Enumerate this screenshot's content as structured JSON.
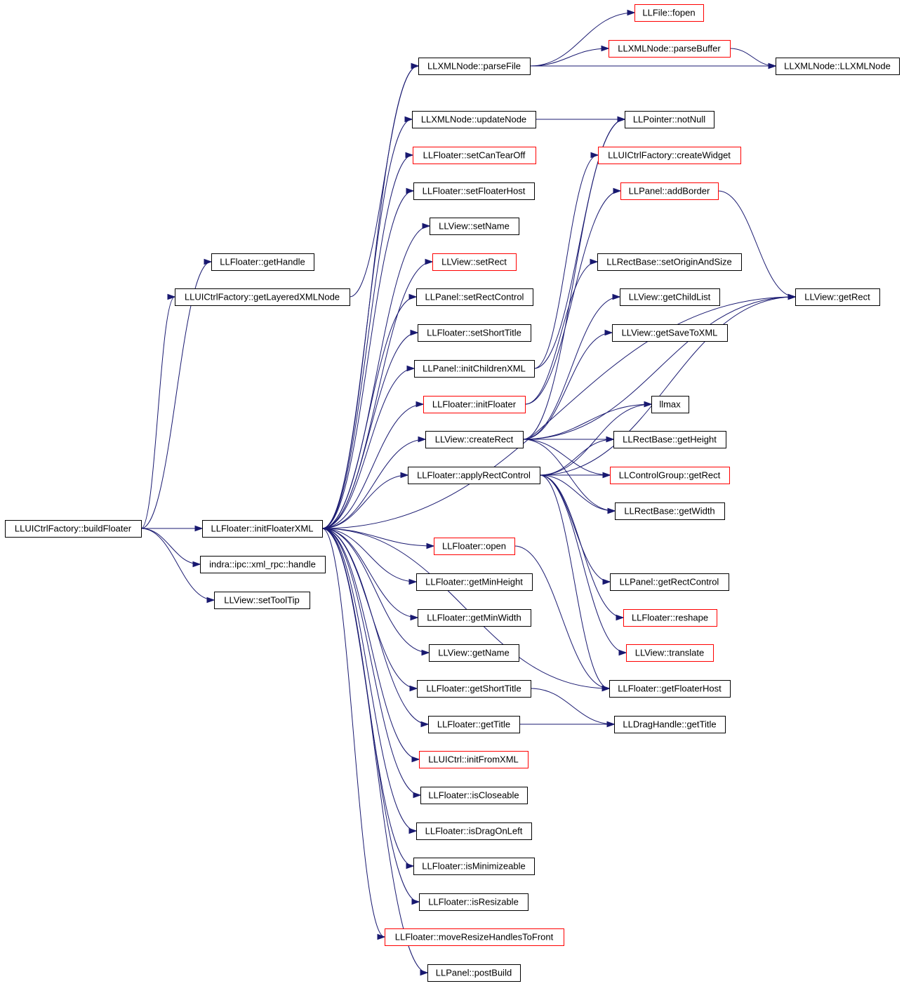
{
  "colors": {
    "edge": "#191970",
    "node_border": "#000000",
    "node_border_truncated": "#ff0000",
    "root_fill": "#bfbfbf"
  },
  "nodes": [
    {
      "id": "buildFloater",
      "label": "LLUICtrlFactory::buildFloater",
      "style": "root"
    },
    {
      "id": "getHandle",
      "label": "LLFloater::getHandle",
      "style": "normal"
    },
    {
      "id": "getLayeredXMLNode",
      "label": "LLUICtrlFactory::getLayeredXMLNode",
      "style": "normal"
    },
    {
      "id": "initFloaterXML",
      "label": "LLFloater::initFloaterXML",
      "style": "normal"
    },
    {
      "id": "xmlrpcHandle",
      "label": "indra::ipc::xml_rpc::handle",
      "style": "normal"
    },
    {
      "id": "setToolTip",
      "label": "LLView::setToolTip",
      "style": "normal"
    },
    {
      "id": "parseFile",
      "label": "LLXMLNode::parseFile",
      "style": "normal"
    },
    {
      "id": "updateNode",
      "label": "LLXMLNode::updateNode",
      "style": "normal"
    },
    {
      "id": "setCanTearOff",
      "label": "LLFloater::setCanTearOff",
      "style": "truncated"
    },
    {
      "id": "setFloaterHost",
      "label": "LLFloater::setFloaterHost",
      "style": "normal"
    },
    {
      "id": "setName",
      "label": "LLView::setName",
      "style": "normal"
    },
    {
      "id": "setRect",
      "label": "LLView::setRect",
      "style": "truncated"
    },
    {
      "id": "setRectControl",
      "label": "LLPanel::setRectControl",
      "style": "normal"
    },
    {
      "id": "setShortTitle",
      "label": "LLFloater::setShortTitle",
      "style": "normal"
    },
    {
      "id": "initChildrenXML",
      "label": "LLPanel::initChildrenXML",
      "style": "normal"
    },
    {
      "id": "initFloater",
      "label": "LLFloater::initFloater",
      "style": "truncated"
    },
    {
      "id": "createRect",
      "label": "LLView::createRect",
      "style": "normal"
    },
    {
      "id": "applyRectControl",
      "label": "LLFloater::applyRectControl",
      "style": "normal"
    },
    {
      "id": "open",
      "label": "LLFloater::open",
      "style": "truncated"
    },
    {
      "id": "getMinHeight",
      "label": "LLFloater::getMinHeight",
      "style": "normal"
    },
    {
      "id": "getMinWidth",
      "label": "LLFloater::getMinWidth",
      "style": "normal"
    },
    {
      "id": "getName",
      "label": "LLView::getName",
      "style": "normal"
    },
    {
      "id": "getShortTitle",
      "label": "LLFloater::getShortTitle",
      "style": "normal"
    },
    {
      "id": "getTitle",
      "label": "LLFloater::getTitle",
      "style": "normal"
    },
    {
      "id": "initFromXML",
      "label": "LLUICtrl::initFromXML",
      "style": "truncated"
    },
    {
      "id": "isCloseable",
      "label": "LLFloater::isCloseable",
      "style": "normal"
    },
    {
      "id": "isDragOnLeft",
      "label": "LLFloater::isDragOnLeft",
      "style": "normal"
    },
    {
      "id": "isMinimizeable",
      "label": "LLFloater::isMinimizeable",
      "style": "normal"
    },
    {
      "id": "isResizable",
      "label": "LLFloater::isResizable",
      "style": "normal"
    },
    {
      "id": "moveResize",
      "label": "LLFloater::moveResizeHandlesToFront",
      "style": "truncated"
    },
    {
      "id": "postBuild",
      "label": "LLPanel::postBuild",
      "style": "normal"
    },
    {
      "id": "fopen",
      "label": "LLFile::fopen",
      "style": "truncated"
    },
    {
      "id": "parseBuffer",
      "label": "LLXMLNode::parseBuffer",
      "style": "truncated"
    },
    {
      "id": "xmlNodeCtor",
      "label": "LLXMLNode::LLXMLNode",
      "style": "normal"
    },
    {
      "id": "notNull",
      "label": "LLPointer::notNull",
      "style": "normal"
    },
    {
      "id": "createWidget",
      "label": "LLUICtrlFactory::createWidget",
      "style": "truncated"
    },
    {
      "id": "addBorder",
      "label": "LLPanel::addBorder",
      "style": "truncated"
    },
    {
      "id": "setOriginAndSize",
      "label": "LLRectBase::setOriginAndSize",
      "style": "normal"
    },
    {
      "id": "getChildList",
      "label": "LLView::getChildList",
      "style": "normal"
    },
    {
      "id": "getSaveToXML",
      "label": "LLView::getSaveToXML",
      "style": "normal"
    },
    {
      "id": "llmax",
      "label": "llmax",
      "style": "normal"
    },
    {
      "id": "getHeight",
      "label": "LLRectBase::getHeight",
      "style": "normal"
    },
    {
      "id": "cgGetRect",
      "label": "LLControlGroup::getRect",
      "style": "truncated"
    },
    {
      "id": "getWidth",
      "label": "LLRectBase::getWidth",
      "style": "normal"
    },
    {
      "id": "getRectControl",
      "label": "LLPanel::getRectControl",
      "style": "normal"
    },
    {
      "id": "reshape",
      "label": "LLFloater::reshape",
      "style": "truncated"
    },
    {
      "id": "translate",
      "label": "LLView::translate",
      "style": "truncated"
    },
    {
      "id": "getFloaterHost",
      "label": "LLFloater::getFloaterHost",
      "style": "normal"
    },
    {
      "id": "dhGetTitle",
      "label": "LLDragHandle::getTitle",
      "style": "normal"
    },
    {
      "id": "viewGetRect",
      "label": "LLView::getRect",
      "style": "normal"
    }
  ],
  "edges": [
    [
      "buildFloater",
      "getHandle"
    ],
    [
      "buildFloater",
      "getLayeredXMLNode"
    ],
    [
      "buildFloater",
      "initFloaterXML"
    ],
    [
      "buildFloater",
      "xmlrpcHandle"
    ],
    [
      "buildFloater",
      "setToolTip"
    ],
    [
      "getLayeredXMLNode",
      "parseFile"
    ],
    [
      "parseFile",
      "fopen"
    ],
    [
      "parseFile",
      "parseBuffer"
    ],
    [
      "parseFile",
      "xmlNodeCtor"
    ],
    [
      "parseBuffer",
      "xmlNodeCtor"
    ],
    [
      "updateNode",
      "notNull"
    ],
    [
      "initFloaterXML",
      "parseFile"
    ],
    [
      "initFloaterXML",
      "updateNode"
    ],
    [
      "initFloaterXML",
      "setCanTearOff"
    ],
    [
      "initFloaterXML",
      "setFloaterHost"
    ],
    [
      "initFloaterXML",
      "setName"
    ],
    [
      "initFloaterXML",
      "setRect"
    ],
    [
      "initFloaterXML",
      "setRectControl"
    ],
    [
      "initFloaterXML",
      "setShortTitle"
    ],
    [
      "initFloaterXML",
      "initChildrenXML"
    ],
    [
      "initFloaterXML",
      "initFloater"
    ],
    [
      "initFloaterXML",
      "createRect"
    ],
    [
      "initFloaterXML",
      "applyRectControl"
    ],
    [
      "initFloaterXML",
      "viewGetRect"
    ],
    [
      "initFloaterXML",
      "open"
    ],
    [
      "initFloaterXML",
      "getMinHeight"
    ],
    [
      "initFloaterXML",
      "getMinWidth"
    ],
    [
      "initFloaterXML",
      "getName"
    ],
    [
      "initFloaterXML",
      "getShortTitle"
    ],
    [
      "initFloaterXML",
      "getTitle"
    ],
    [
      "initFloaterXML",
      "initFromXML"
    ],
    [
      "initFloaterXML",
      "isCloseable"
    ],
    [
      "initFloaterXML",
      "isDragOnLeft"
    ],
    [
      "initFloaterXML",
      "isMinimizeable"
    ],
    [
      "initFloaterXML",
      "isResizable"
    ],
    [
      "initFloaterXML",
      "moveResize"
    ],
    [
      "initFloaterXML",
      "postBuild"
    ],
    [
      "initFloaterXML",
      "getFloaterHost"
    ],
    [
      "initChildrenXML",
      "notNull"
    ],
    [
      "initChildrenXML",
      "createWidget"
    ],
    [
      "initFloater",
      "addBorder"
    ],
    [
      "initFloater",
      "setOriginAndSize"
    ],
    [
      "createRect",
      "getChildList"
    ],
    [
      "createRect",
      "getSaveToXML"
    ],
    [
      "createRect",
      "llmax"
    ],
    [
      "createRect",
      "getHeight"
    ],
    [
      "createRect",
      "cgGetRect"
    ],
    [
      "createRect",
      "getWidth"
    ],
    [
      "createRect",
      "viewGetRect"
    ],
    [
      "createRect",
      "notNull"
    ],
    [
      "applyRectControl",
      "cgGetRect"
    ],
    [
      "applyRectControl",
      "llmax"
    ],
    [
      "applyRectControl",
      "getHeight"
    ],
    [
      "applyRectControl",
      "getWidth"
    ],
    [
      "applyRectControl",
      "getRectControl"
    ],
    [
      "applyRectControl",
      "reshape"
    ],
    [
      "applyRectControl",
      "translate"
    ],
    [
      "applyRectControl",
      "getFloaterHost"
    ],
    [
      "applyRectControl",
      "viewGetRect"
    ],
    [
      "addBorder",
      "viewGetRect"
    ],
    [
      "open",
      "getFloaterHost"
    ],
    [
      "getShortTitle",
      "dhGetTitle"
    ],
    [
      "getTitle",
      "dhGetTitle"
    ]
  ]
}
